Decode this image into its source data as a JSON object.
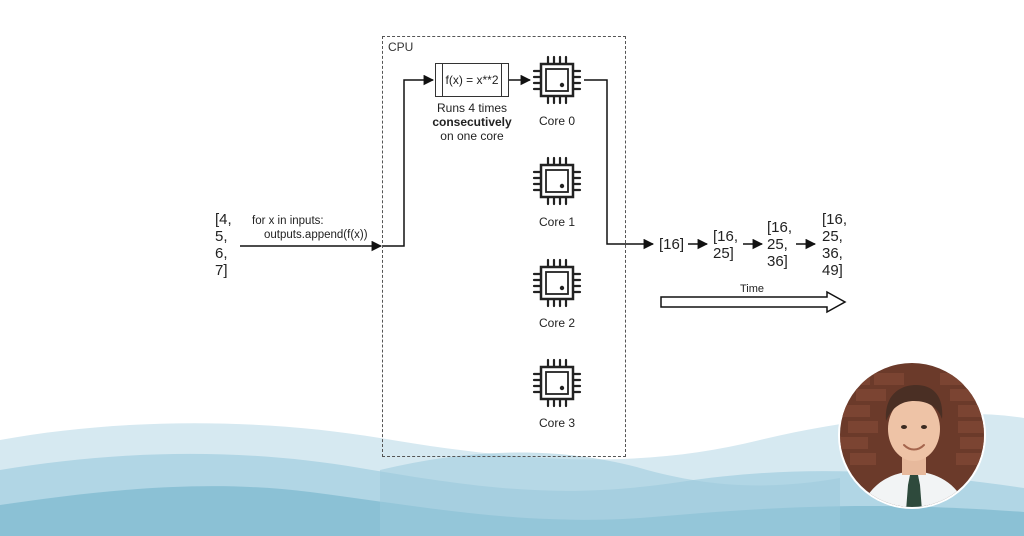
{
  "input_list": [
    "[4,",
    "5,",
    "6,",
    "7]"
  ],
  "loop_code": [
    "for x in inputs:",
    "outputs.append(f(x))"
  ],
  "cpu_label": "CPU",
  "function_label": "f(x) = x**2",
  "runs_note": {
    "line1": "Runs 4 times",
    "line2_bold": "consecutively",
    "line3": "on one core"
  },
  "cores": [
    "Core 0",
    "Core 1",
    "Core 2",
    "Core 3"
  ],
  "outputs": [
    [
      "[16]"
    ],
    [
      "[16,",
      "25]"
    ],
    [
      "[16,",
      "25,",
      "36]"
    ],
    [
      "[16,",
      "25,",
      "36,",
      "49]"
    ]
  ],
  "time_label": "Time",
  "colors": {
    "wave_light": "#d4e8f0",
    "wave_mid": "#a9d1e0",
    "wave_dark": "#7fb9cf",
    "line": "#111111"
  }
}
